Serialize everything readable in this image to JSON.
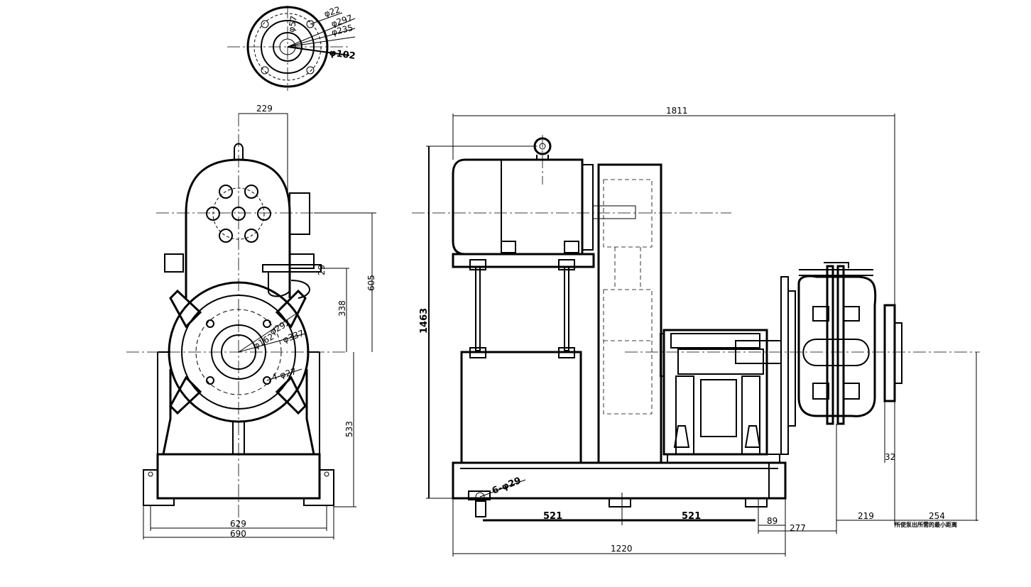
{
  "flange_dims": {
    "d1": "φ22",
    "d2": "φ297",
    "d3": "φ235",
    "d4": "φ102",
    "d5": "φ57"
  },
  "front_dims": {
    "w229": "229",
    "h605": "605",
    "h338": "338",
    "h29": "29",
    "h533": "533",
    "w629": "629",
    "w690": "690",
    "c1": "φ162",
    "c2": "φ292",
    "c3": "φ337",
    "c4": "4-φ27"
  },
  "side_dims": {
    "w1811": "1811",
    "h1463": "1463",
    "holes": "6-φ29",
    "s521a": "521",
    "s521b": "521",
    "w1220": "1220",
    "w89": "89",
    "w277": "277",
    "w219": "219",
    "w254": "254",
    "h32": "32",
    "note": "所使泵出所需的最小距离"
  }
}
